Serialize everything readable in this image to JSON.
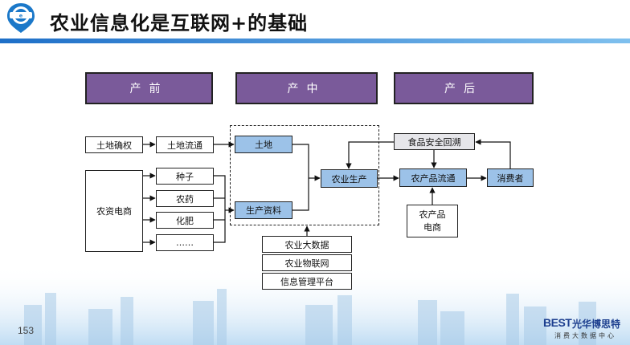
{
  "header": {
    "title": "农业信息化是互联网+的基础"
  },
  "stages": {
    "pre": "产前",
    "mid": "产中",
    "post": "产后"
  },
  "nodes": {
    "land_rights": "土地确权",
    "land_transfer": "土地流通",
    "agri_ecommerce": "农资电商",
    "seeds": "种子",
    "pesticide": "农药",
    "fertilizer": "化肥",
    "ellipsis": "……",
    "land": "土地",
    "production_materials": "生产资料",
    "farm_production": "农业生产",
    "food_traceability": "食品安全回溯",
    "product_circulation": "农产品流通",
    "consumer": "消费者",
    "product_ecommerce": "农产品\n电商",
    "big_data": "农业大数据",
    "iot": "农业物联网",
    "info_platform": "信息管理平台"
  },
  "footer": {
    "page_number": "153",
    "brand_mark": "BEST",
    "brand_name": "光华博思特",
    "brand_sub": "消费大数据中心"
  },
  "colors": {
    "stage_fill": "#7a5a9a",
    "blue_fill": "#9cc2e8",
    "grey_fill": "#e6e6ea",
    "header_rule": "#1e6fc8",
    "brand": "#1d3f8f"
  }
}
